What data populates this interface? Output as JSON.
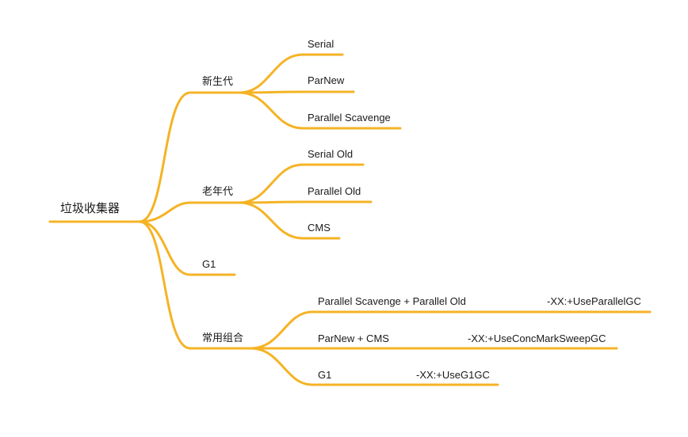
{
  "mindmap": {
    "root": "垃圾收集器",
    "branches": [
      {
        "label": "新生代",
        "children": [
          "Serial",
          "ParNew",
          "Parallel Scavenge"
        ]
      },
      {
        "label": "老年代",
        "children": [
          "Serial Old",
          "Parallel Old",
          "CMS"
        ]
      },
      {
        "label": "G1",
        "children": []
      },
      {
        "label": "常用组合",
        "combos": [
          {
            "combo": "Parallel Scavenge + Parallel Old",
            "flag": "-XX:+UseParallelGC"
          },
          {
            "combo": "ParNew + CMS",
            "flag": "-XX:+UseConcMarkSweepGC"
          },
          {
            "combo": "G1",
            "flag": "-XX:+UseG1GC"
          }
        ]
      }
    ],
    "line_color": "#F5B325"
  }
}
